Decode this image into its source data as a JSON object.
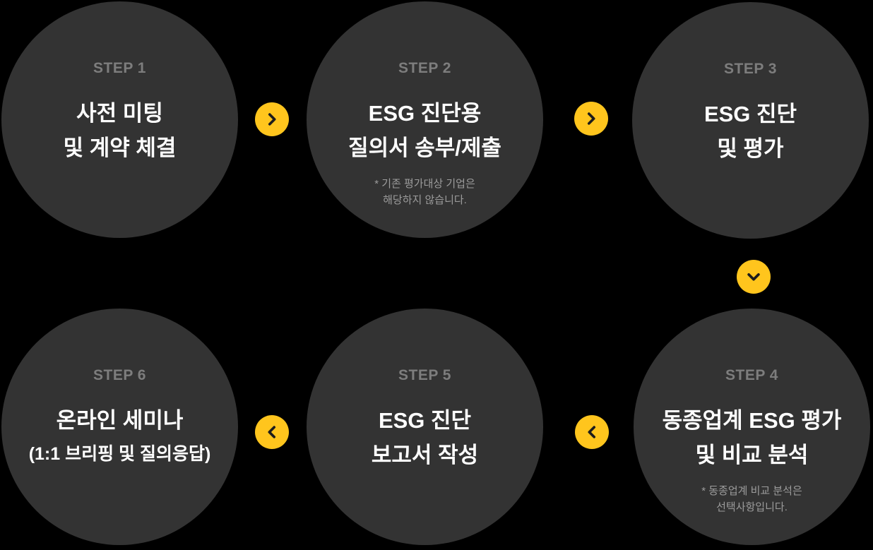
{
  "colors": {
    "canvas_bg": "#000000",
    "circle_fill": "#333333",
    "step_label_color": "#7d7d7d",
    "title_color": "#ffffff",
    "note_color": "#9c9c9c",
    "arrow_fill": "#ffc51d",
    "arrow_chevron": "#1c1c1c"
  },
  "steps": [
    {
      "label": "STEP 1",
      "title_lines": [
        "사전 미팅",
        "및 계약 체결"
      ]
    },
    {
      "label": "STEP 2",
      "title_lines": [
        "ESG 진단용",
        "질의서 송부/제출"
      ],
      "note_lines": [
        "* 기존 평가대상 기업은",
        "해당하지 않습니다."
      ]
    },
    {
      "label": "STEP 3",
      "title_lines": [
        "ESG 진단",
        "및 평가"
      ]
    },
    {
      "label": "STEP 4",
      "title_lines": [
        "동종업계 ESG 평가",
        "및 비교 분석"
      ],
      "note_lines": [
        "* 동종업계 비교 분석은",
        "선택사항입니다."
      ]
    },
    {
      "label": "STEP 5",
      "title_lines": [
        "ESG 진단",
        "보고서 작성"
      ]
    },
    {
      "label": "STEP 6",
      "title_lines": [
        "온라인 세미나"
      ],
      "subtitle": "(1:1 브리핑 및 질의응답)"
    }
  ],
  "arrows": [
    {
      "name": "arrow-step1-to-step2",
      "direction": "right"
    },
    {
      "name": "arrow-step2-to-step3",
      "direction": "right"
    },
    {
      "name": "arrow-step3-to-step4",
      "direction": "down"
    },
    {
      "name": "arrow-step4-to-step5",
      "direction": "left"
    },
    {
      "name": "arrow-step5-to-step6",
      "direction": "left"
    }
  ]
}
